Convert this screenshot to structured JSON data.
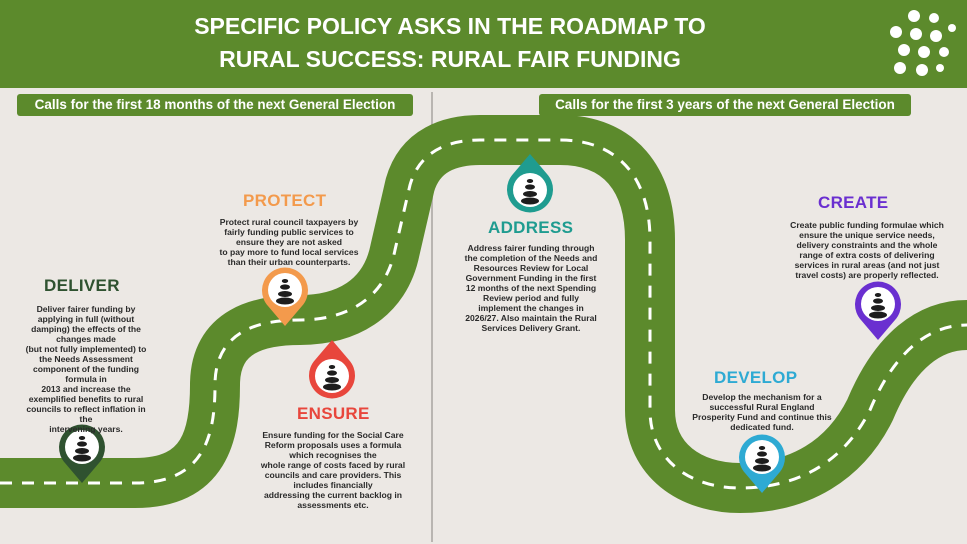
{
  "header": {
    "title": "SPECIFIC POLICY ASKS IN THE ROADMAP TO\nRURAL SUCCESS: RURAL FAIR FUNDING",
    "logo_icon": "dot-cluster-logo"
  },
  "periods": {
    "left": "Calls for the first 18 months of the next General Election",
    "right": "Calls for the first 3 years of the next General Election"
  },
  "colors": {
    "road": "#5c8a2c",
    "header": "#5c8a2c",
    "background": "#ece8e4",
    "deliver": "#2f5230",
    "protect": "#f39a4c",
    "ensure": "#e8463c",
    "address": "#1f9c90",
    "develop": "#2eaad3",
    "create": "#6a2fd0"
  },
  "steps": {
    "deliver": {
      "title": "DELIVER",
      "text": "Deliver fairer funding by\napplying in full (without\ndamping) the effects of the\nchanges made\n(but not fully implemented) to\nthe Needs Assessment\ncomponent of the funding\nformula in\n2013 and increase the\nexemplified benefits to rural\ncouncils to reflect inflation in\nthe\nintervening years.",
      "icon": "stacked-stones-icon"
    },
    "protect": {
      "title": "PROTECT",
      "text": "Protect rural council taxpayers by\nfairly funding public services to\nensure they are not asked\nto pay more to fund local services\nthan their urban counterparts.",
      "icon": "stacked-stones-icon"
    },
    "ensure": {
      "title": "ENSURE",
      "text": "Ensure funding for the Social Care\nReform proposals uses a formula\nwhich recognises the\nwhole range of costs faced by rural\ncouncils and care providers. This\nincludes financially\naddressing the current backlog in\nassessments etc.",
      "icon": "stacked-stones-icon"
    },
    "address": {
      "title": "ADDRESS",
      "text": "Address fairer funding through\nthe completion of the Needs and\nResources Review for Local\nGovernment Funding in the first\n12 months of the next Spending\nReview period and fully\nimplement the changes in\n2026/27. Also maintain the Rural\nServices Delivery Grant.",
      "icon": "stacked-stones-icon"
    },
    "develop": {
      "title": "DEVELOP",
      "text": "Develop the mechanism for a\nsuccessful Rural England\nProsperity Fund and continue this\ndedicated fund.",
      "icon": "stacked-stones-icon"
    },
    "create": {
      "title": "CREATE",
      "text": "Create public funding formulae which\nensure the unique service needs,\ndelivery constraints and the whole\nrange of extra costs of delivering\nservices in rural areas (and not just\ntravel costs) are properly reflected.",
      "icon": "stacked-stones-icon"
    }
  }
}
